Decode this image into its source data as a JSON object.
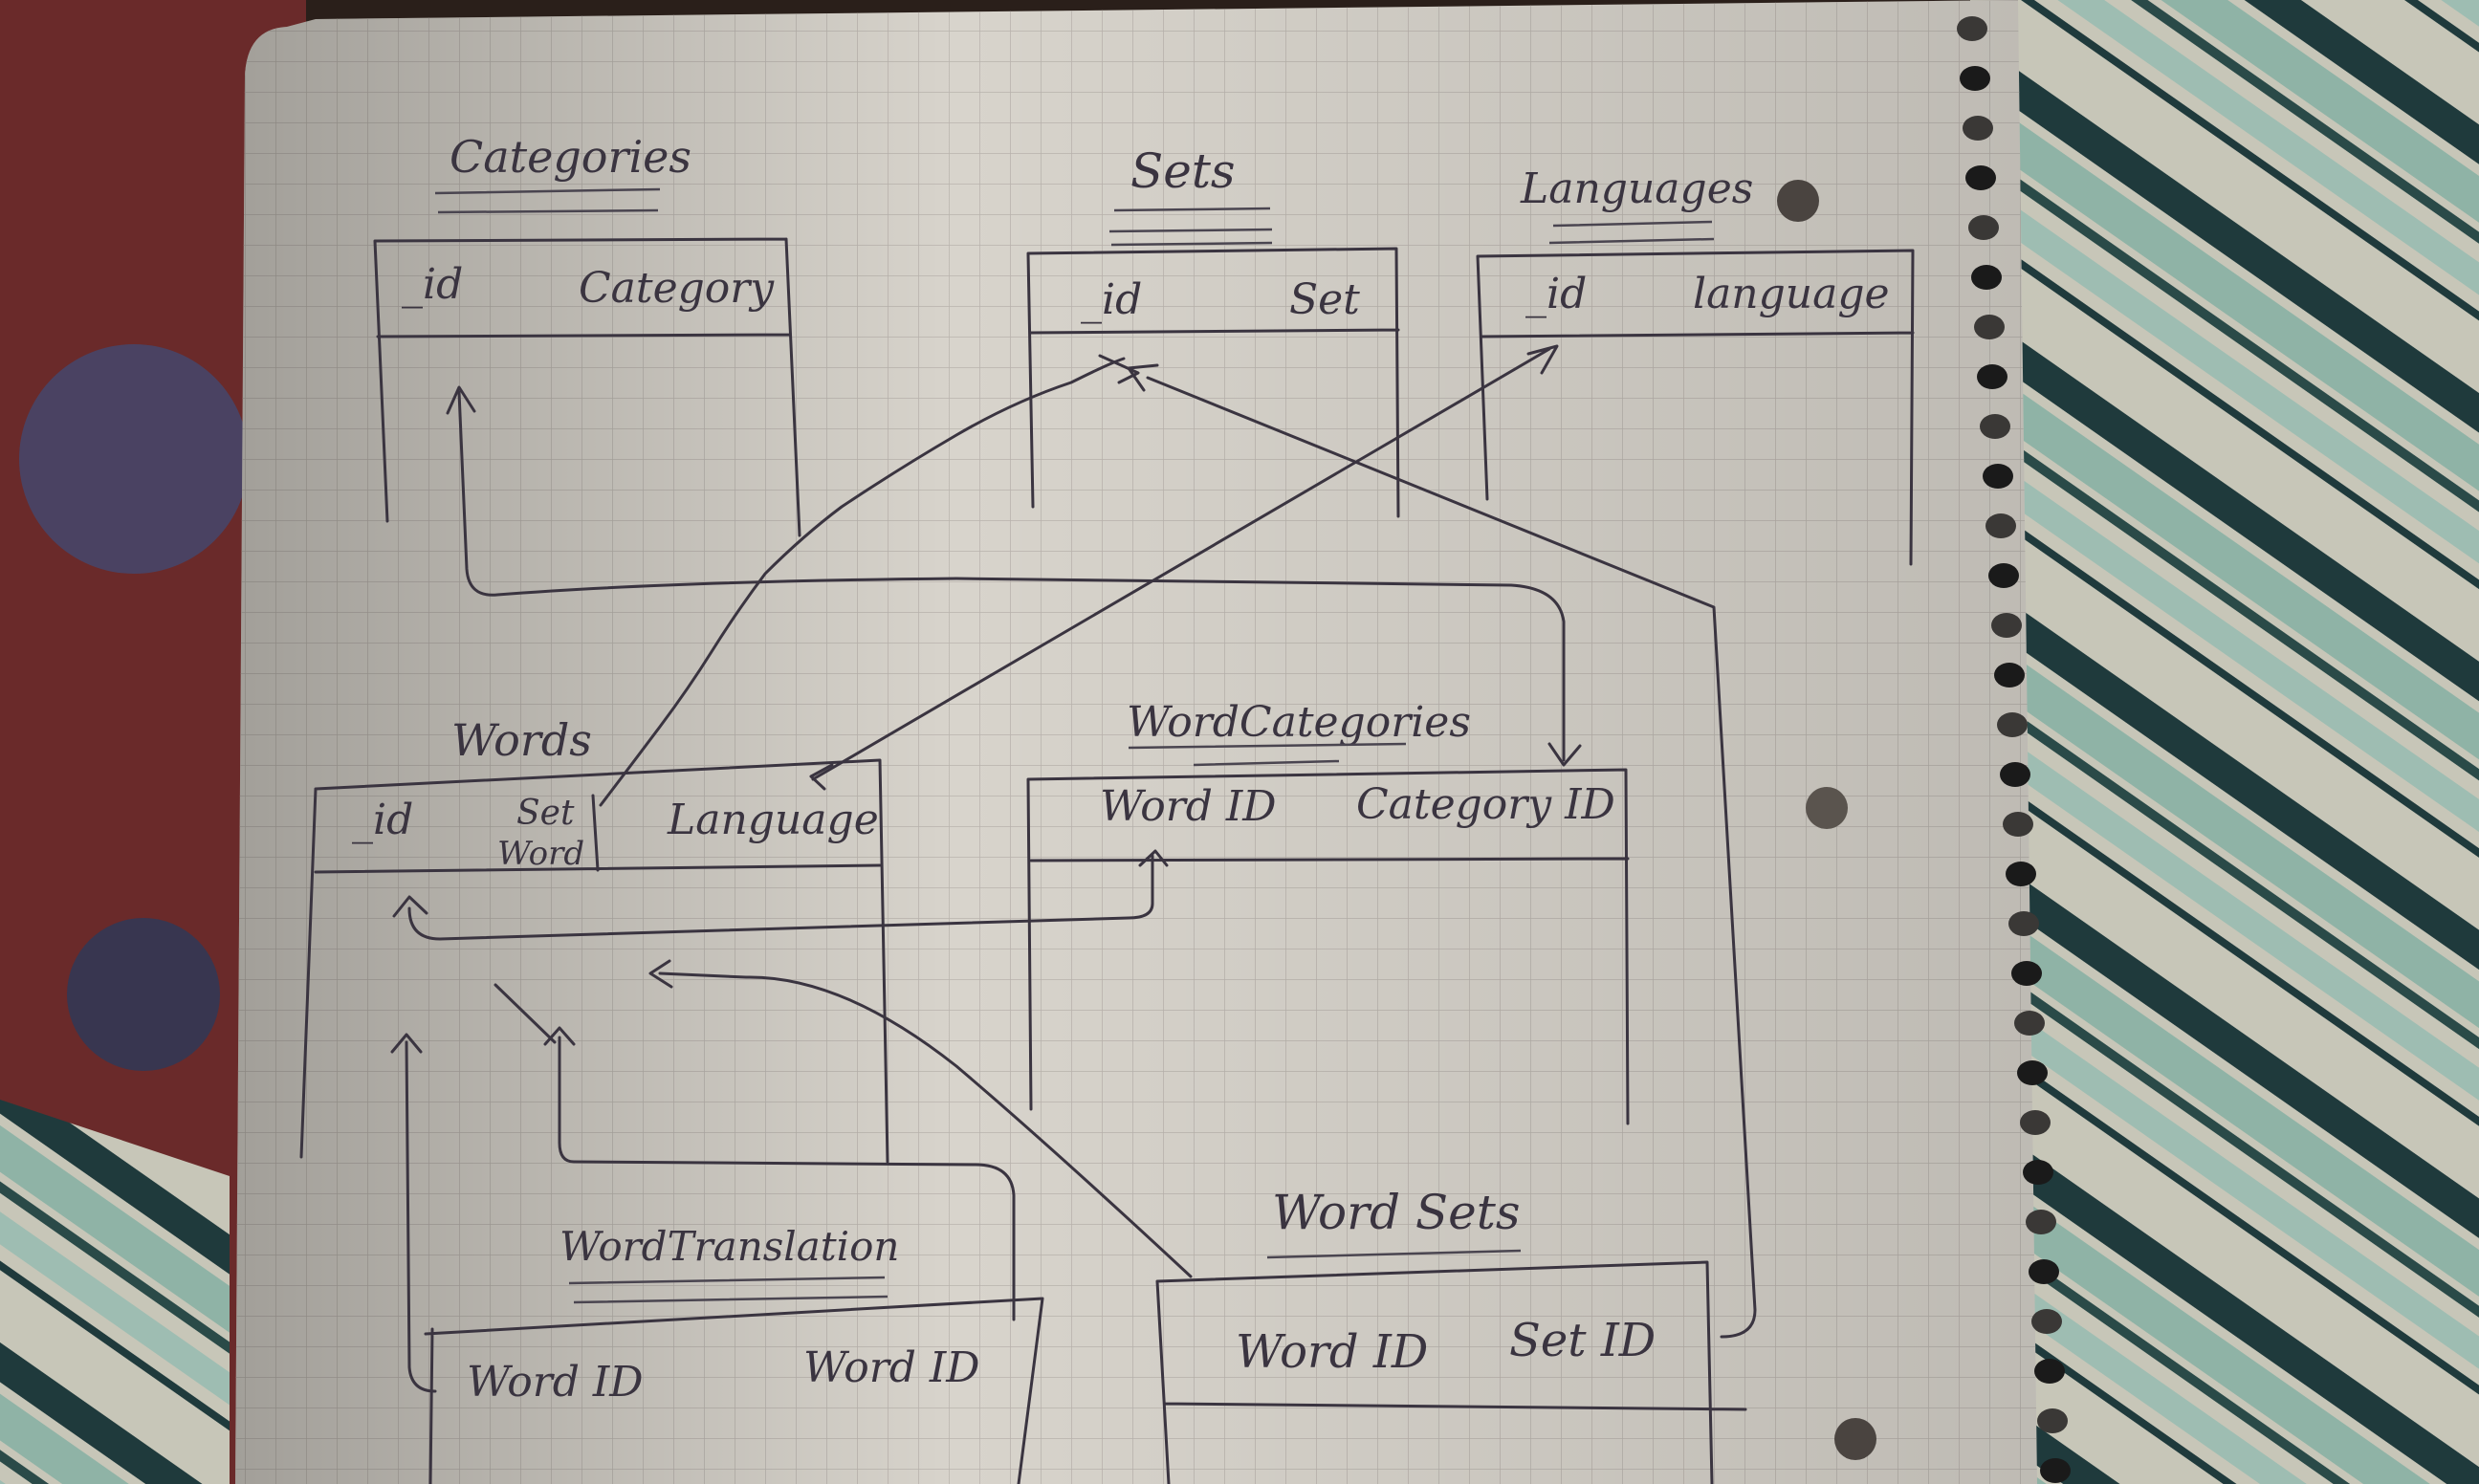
{
  "tables": {
    "categories": {
      "title": "Categories",
      "columns": [
        "_id",
        "Category"
      ]
    },
    "sets": {
      "title": "Sets",
      "columns": [
        "_id",
        "Set"
      ]
    },
    "languages": {
      "title": "Languages",
      "columns": [
        "_id",
        "language"
      ]
    },
    "words": {
      "title": "Words",
      "columns": [
        "_id",
        "Set",
        "Word",
        "Language"
      ]
    },
    "word_categories": {
      "title": "WordCategories",
      "columns": [
        "Word ID",
        "Category ID"
      ]
    },
    "word_translation": {
      "title": "WordTranslation",
      "columns": [
        "Word ID",
        "Word ID"
      ]
    },
    "word_sets": {
      "title": "Word Sets",
      "columns": [
        "Word ID",
        "Set ID"
      ]
    }
  },
  "colors": {
    "paper": "#d8d4cc",
    "grid": "#b9b3ad",
    "ink": "#3a3440",
    "fabric_dark": "#1f3a3c",
    "fabric_light": "#8fb3a6",
    "background": "#2a1f1a"
  }
}
